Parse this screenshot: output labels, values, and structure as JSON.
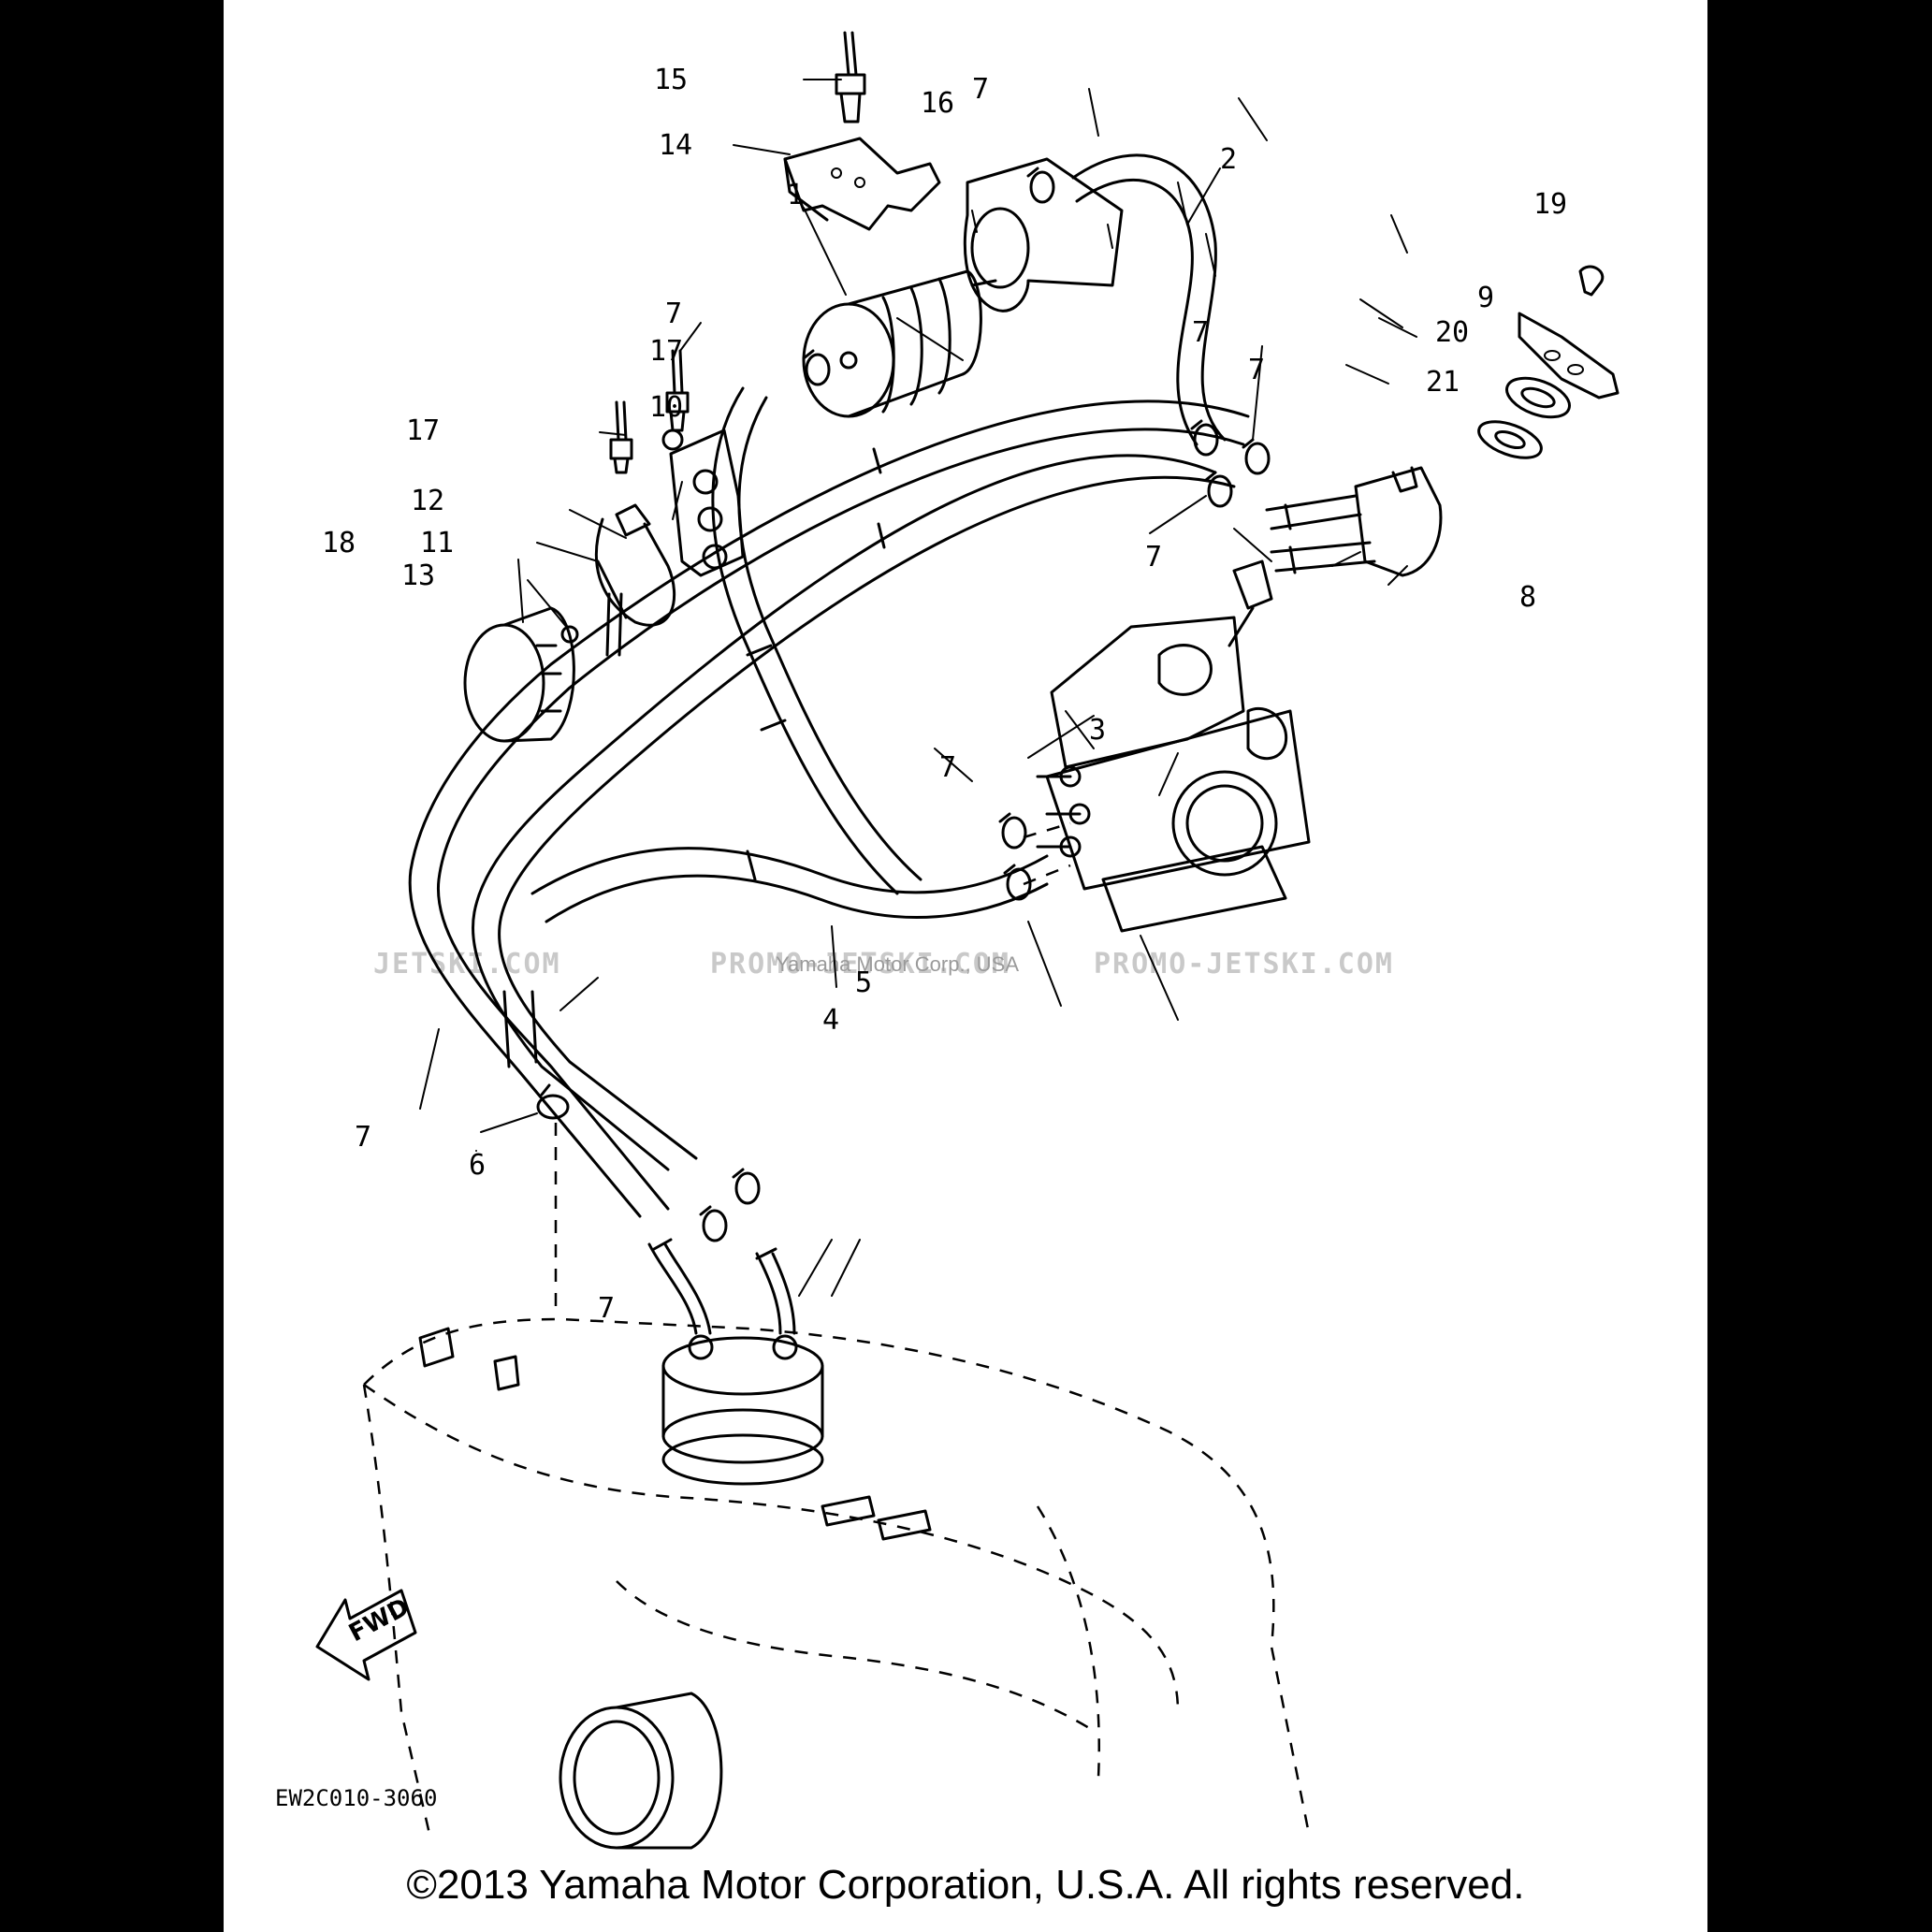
{
  "callouts": [
    "1",
    "2",
    "3",
    "4",
    "5",
    "6",
    "7",
    "8",
    "9",
    "10",
    "11",
    "12",
    "13",
    "14",
    "15",
    "16",
    "17",
    "18",
    "19",
    "20",
    "21"
  ],
  "drawing_code": "EW2C010-3060",
  "direction_label": "FWD",
  "watermark": {
    "left": "JETSKI.COM",
    "middle": "PROMO-JETSKI.COM",
    "right": "PROMO-JETSKI.COM",
    "overlay": "Yamaha Motor Corp., USA"
  },
  "copyright": "©2013 Yamaha Motor Corporation, U.S.A. All rights reserved."
}
